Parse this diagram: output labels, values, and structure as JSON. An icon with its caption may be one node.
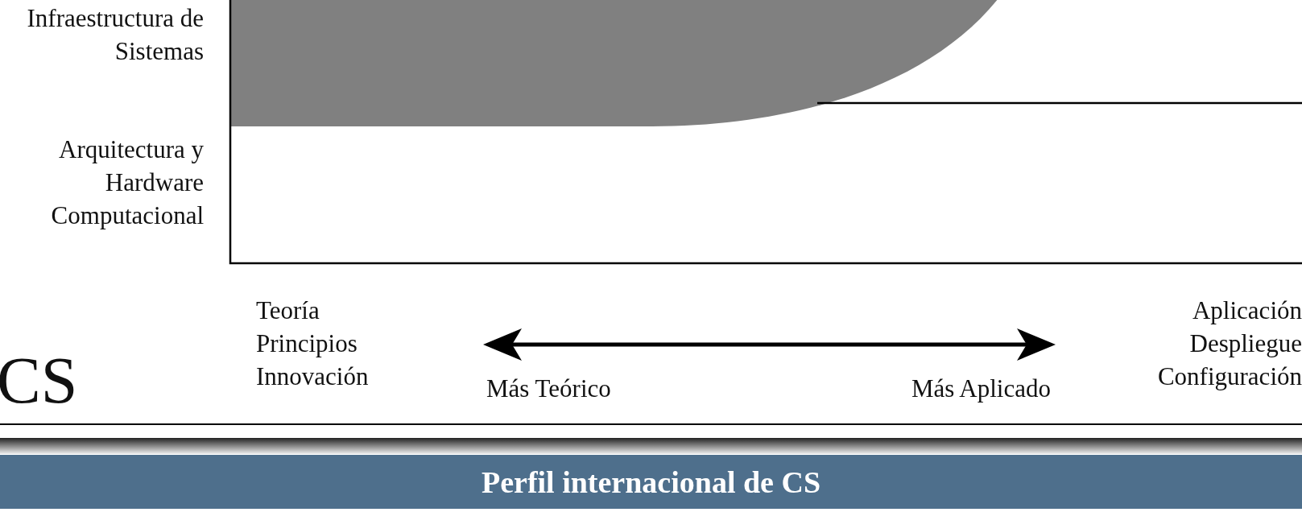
{
  "diagram": {
    "title": "Perfil internacional de CS",
    "labels": [
      "Infraestructura de Sistemas",
      "Arquitectura y Hardware Computacional",
      "Teoría",
      "Principios",
      "Innovación",
      "Aplicación",
      "Despliegue",
      "Configuración",
      "CS",
      "Más Teórico",
      "Más Aplicado"
    ]
  }
}
